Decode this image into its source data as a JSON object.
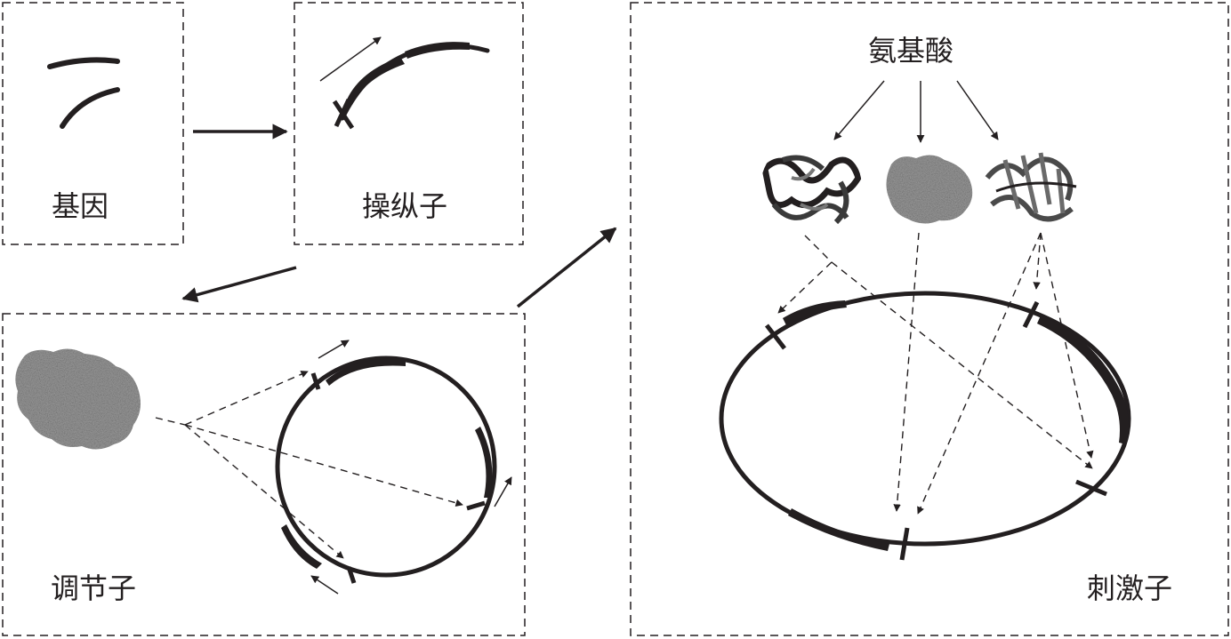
{
  "labels": {
    "gene": "基因",
    "operator": "操纵子",
    "regulon": "调节子",
    "stimulon": "刺激子",
    "amino_acid": "氨基酸"
  },
  "colors": {
    "ink": "#231f20",
    "protein_gray": "#9a9a9a"
  }
}
